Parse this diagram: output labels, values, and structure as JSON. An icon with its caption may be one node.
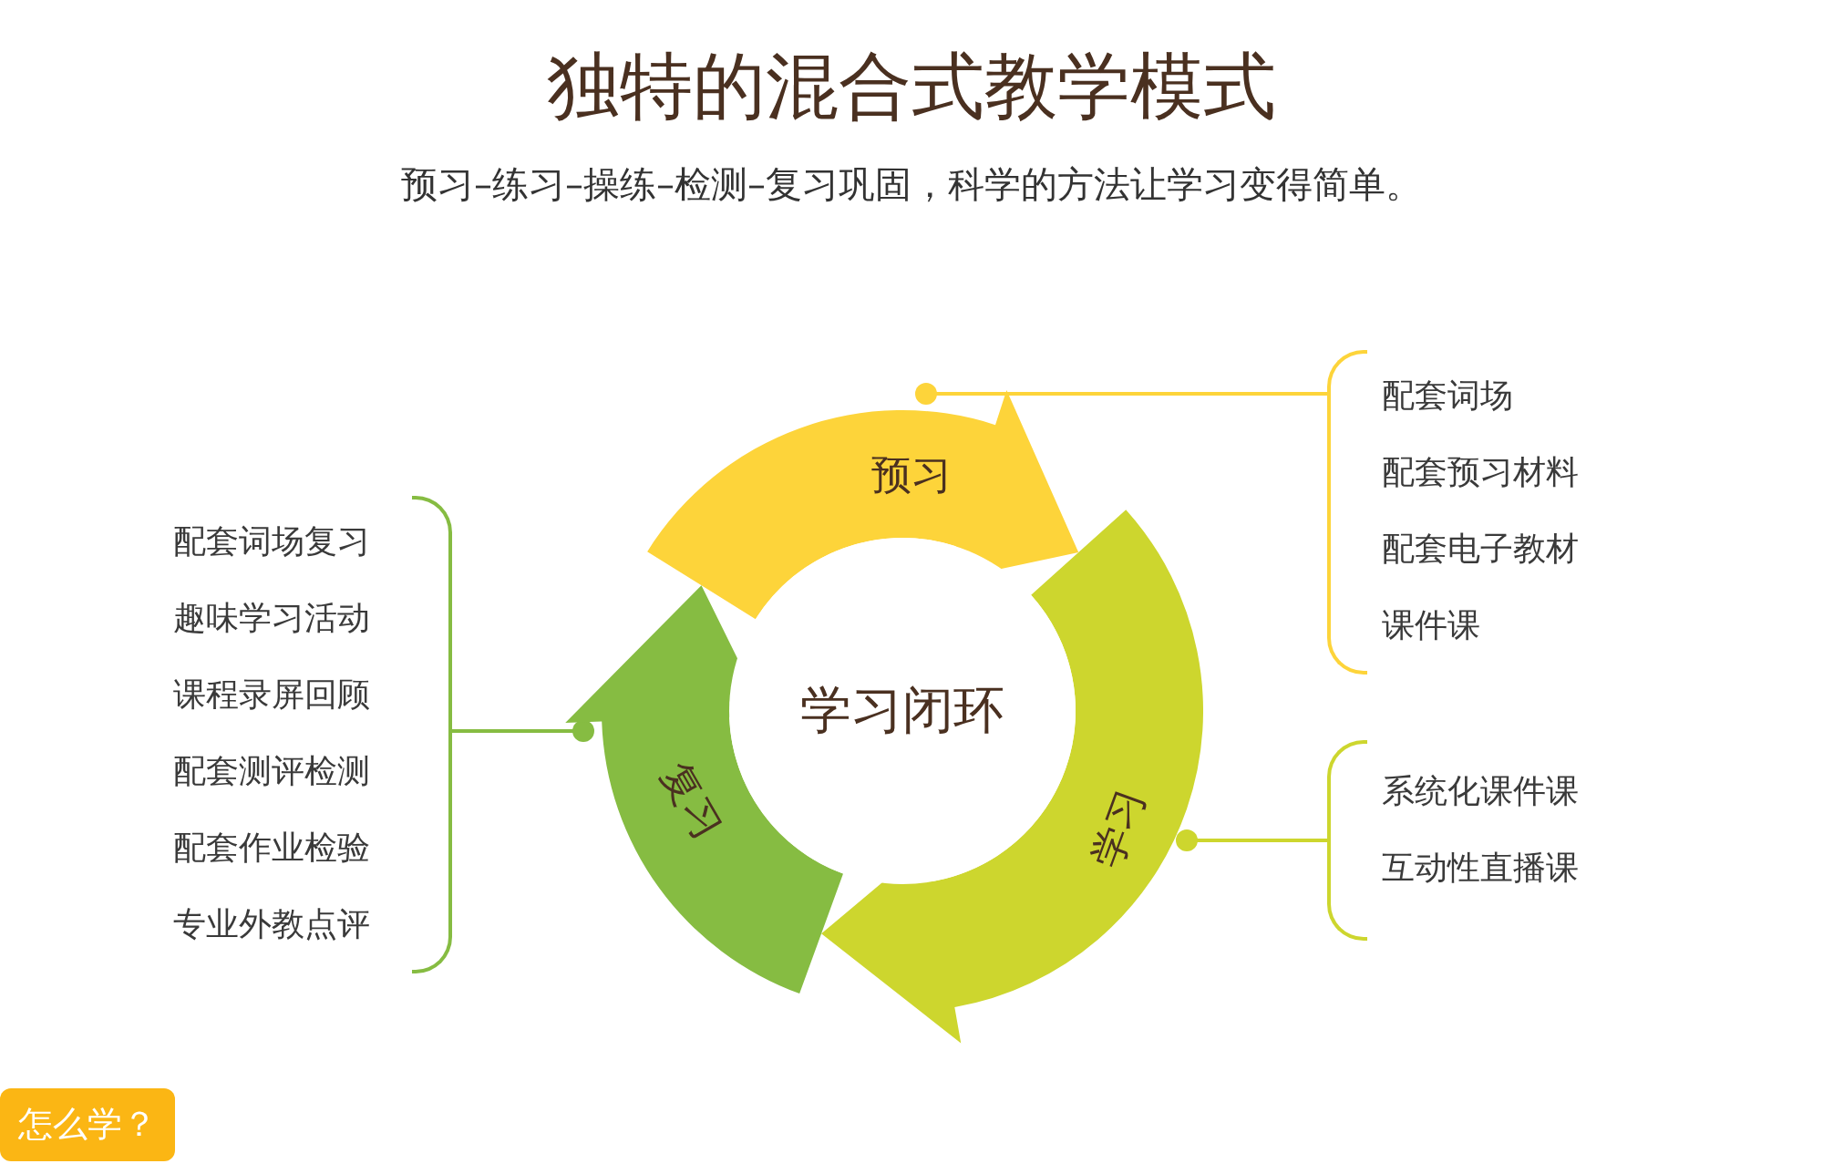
{
  "diagram": {
    "title": "独特的混合式教学模式",
    "nodes": [
      {
        "text": [
          "预习"
        ]
      },
      {
        "text": [
          "学习"
        ]
      },
      {
        "text": [
          "复习"
        ]
      },
      {
        "text": [
          "学习闭环"
        ]
      },
      {
        "text": [
          "配套词场",
          "配套预习材料",
          "配套电子教材",
          "课件课"
        ]
      },
      {
        "text": [
          "系统化课件课",
          "互动性直播课"
        ]
      },
      {
        "text": [
          "配套词场复习",
          "趣味学习活动",
          "课程录屏回顾",
          "配套测评检测",
          "配套作业检验",
          "专业外教点评"
        ]
      },
      {
        "text": [
          "怎么学？"
        ]
      },
      {
        "text": [],
        "shape": "bracket",
        "in": 4
      },
      {
        "text": [],
        "shape": "bracket",
        "in": 5
      },
      {
        "text": [],
        "shape": "bracket",
        "in": 6
      }
    ],
    "edges": [
      {
        "from": 4,
        "to": 0,
        "arrow": "other",
        "color": "#fdd43a"
      },
      {
        "from": 5,
        "to": 1,
        "arrow": "other",
        "color": "#cdd62e"
      },
      {
        "from": 6,
        "to": 2,
        "arrow": "other",
        "color": "#86bc42"
      }
    ],
    "labels": [
      "预习–练习–操练–检测–复习巩固，科学的方法让学习变得简单。"
    ]
  }
}
